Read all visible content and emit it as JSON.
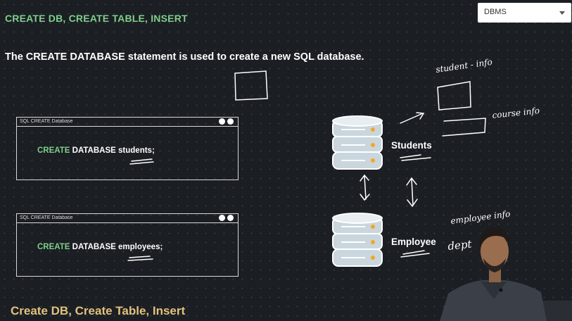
{
  "header": {
    "title": "CREATE DB, CREATE TABLE, INSERT"
  },
  "dropdown": {
    "selected": "DBMS"
  },
  "intro_text": "The CREATE DATABASE statement is used to create a new SQL database.",
  "code_boxes": [
    {
      "title": "SQL CREATE Database",
      "keyword": "CREATE",
      "rest": "DATABASE students;"
    },
    {
      "title": "SQL CREATE Database",
      "keyword": "CREATE",
      "rest": "DATABASE employees;"
    }
  ],
  "databases": [
    {
      "label": "Students",
      "icon": "database-icon"
    },
    {
      "label": "Employee",
      "icon": "database-icon"
    }
  ],
  "handwritten": {
    "student_info": "student - info",
    "course_info": "course info",
    "employee_info": "employee info",
    "dept": "dept"
  },
  "footer": {
    "title": "Create DB, Create Table, Insert"
  },
  "colors": {
    "accent_green": "#7fcf8a",
    "footer_gold": "#e3c27e",
    "db_orange": "#f5a623"
  }
}
